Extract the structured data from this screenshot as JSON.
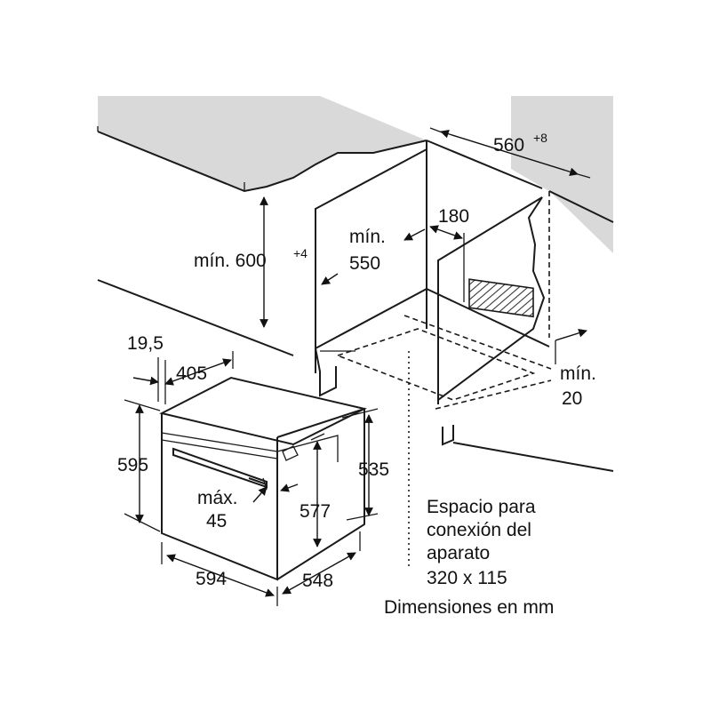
{
  "labels": {
    "width_niche": "560",
    "width_niche_tol": "+8",
    "min_height_text": "mín. 600",
    "min_height_tol": "+4",
    "min_label": "mín.",
    "depth_min": "550",
    "cutout_width": "180",
    "offset_top": "19,5",
    "depth_front": "405",
    "height_total": "595",
    "height_body": "535",
    "max_label": "máx.",
    "max_value": "45",
    "height_inner": "577",
    "width_total": "594",
    "depth_body": "548",
    "gap_min_label": "mín.",
    "gap_min_value": "20",
    "note_line1": "Espacio para",
    "note_line2": "conexión del",
    "note_line3": "aparato",
    "note_line4": "320 x 115",
    "units_note": "Dimensiones en mm"
  },
  "colors": {
    "countertop": "#d9d9d9",
    "line": "#1a1a1a",
    "hatch": "#333333",
    "background": "#ffffff"
  }
}
